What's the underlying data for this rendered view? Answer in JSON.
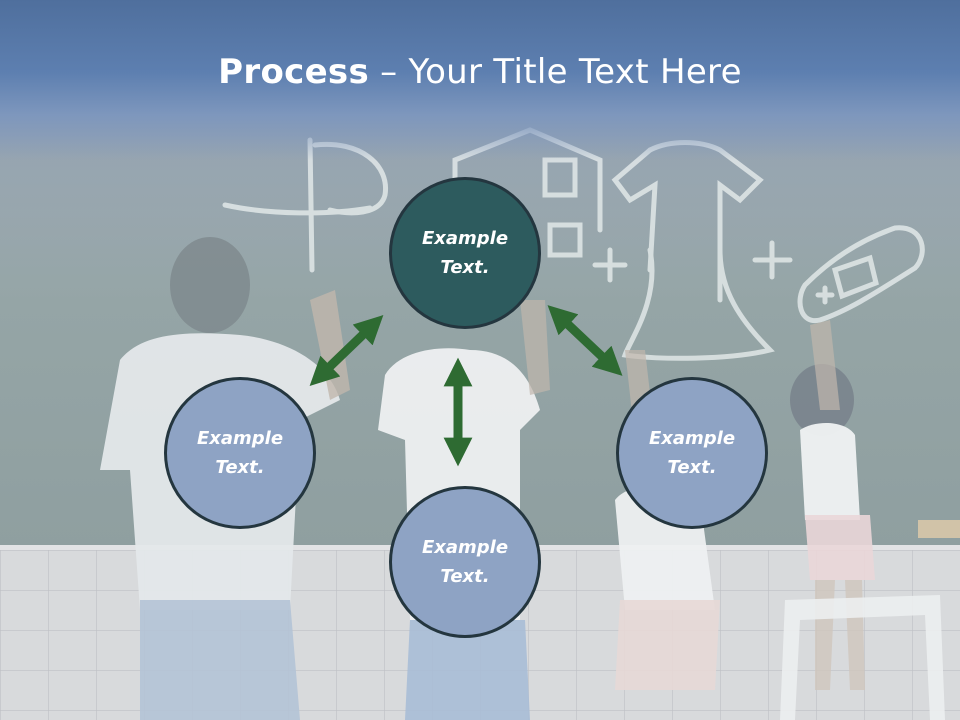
{
  "slide": {
    "title_bold": "Process",
    "title_rest": " – Your Title Text Here"
  },
  "nodes": {
    "top": "Example\nText.",
    "left": "Example\nText.",
    "right": "Example\nText.",
    "bottom": "Example\nText."
  },
  "colors": {
    "title_band": "#5d7fb0",
    "center_node": "#2d5b5e",
    "outer_node": "#8ea3c4",
    "arrow": "#2e6b32"
  }
}
